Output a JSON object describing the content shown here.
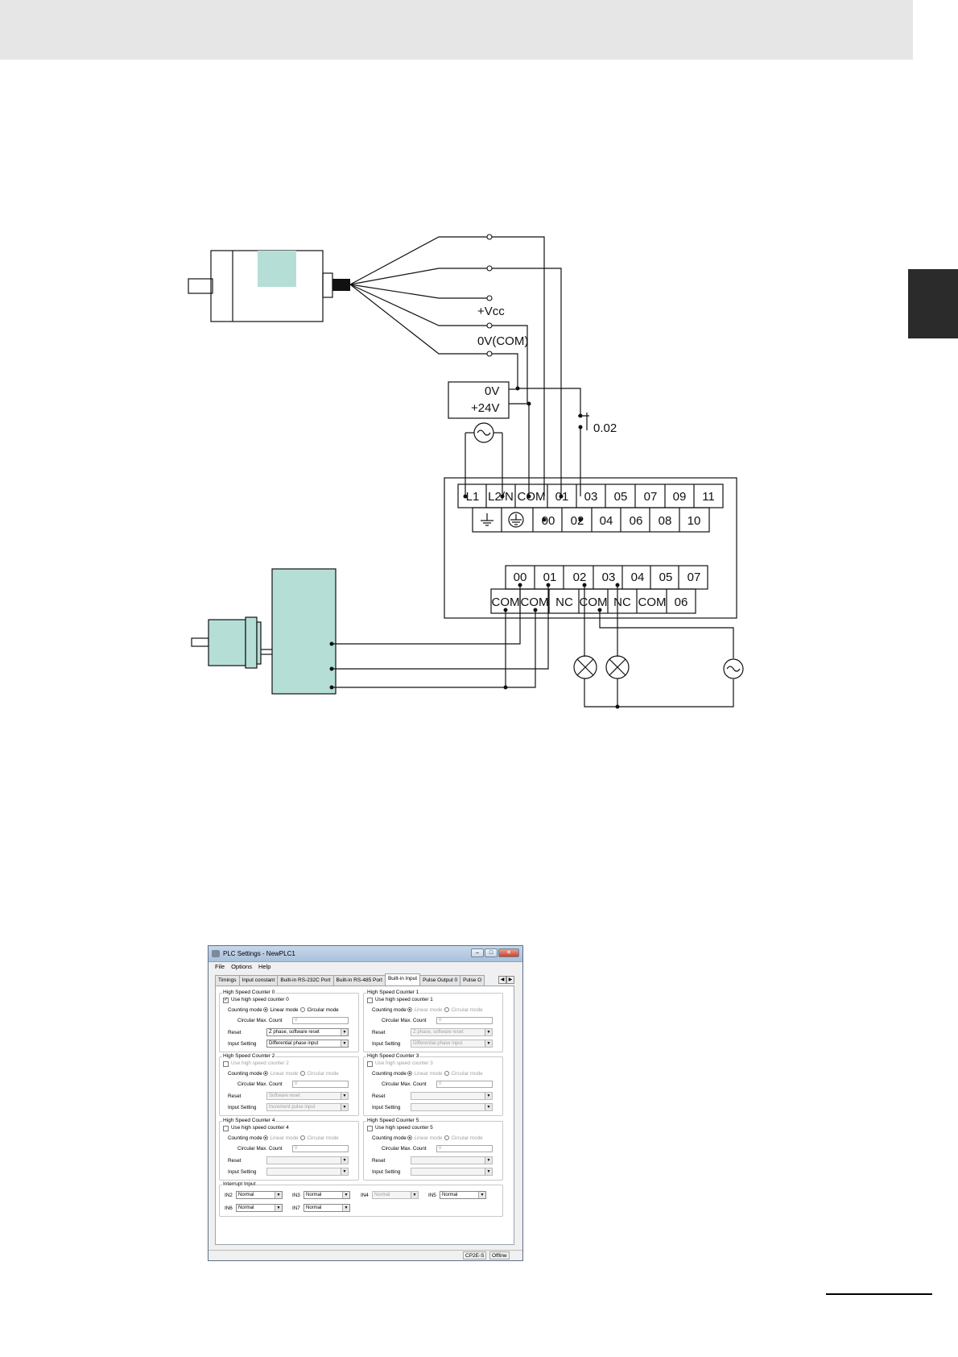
{
  "diagram": {
    "labels": {
      "vcc": "+Vcc",
      "zero_v_com": "0V(COM)",
      "psu_0v": "0V",
      "psu_24v": "+24V",
      "sensor_address": "0.02"
    },
    "input_terminals_top": [
      "L1",
      "L2/N",
      "COM",
      "01",
      "03",
      "05",
      "07",
      "09",
      "11"
    ],
    "input_terminals_bottom": [
      "00",
      "02",
      "04",
      "06",
      "08",
      "10"
    ],
    "output_terminals_top": [
      "00",
      "01",
      "02",
      "03",
      "04",
      "05",
      "07"
    ],
    "output_terminals_bottom": [
      "COM",
      "COM",
      "NC",
      "COM",
      "NC",
      "COM",
      "06"
    ]
  },
  "window": {
    "title": "PLC Settings - NewPLC1",
    "menu": [
      "File",
      "Options",
      "Help"
    ],
    "tabs": [
      "Timings",
      "Input constant",
      "Built-in RS-232C Port",
      "Built-in RS-485 Port",
      "Built-in Input",
      "Pulse Output 0",
      "Pulse O"
    ],
    "active_tab": "Built-in Input",
    "labels": {
      "counting_mode": "Counting mode",
      "linear_mode": "Linear mode",
      "circular_mode": "Circular mode",
      "circular_max_count": "Circular Max. Count",
      "reset": "Reset",
      "input_setting": "Input Setting"
    },
    "counters": [
      {
        "title": "High Speed Counter 0",
        "checkbox": "Use high speed counter 0",
        "checked": true,
        "count": "0",
        "reset": "Z phase, software reset",
        "input": "Differential phase input"
      },
      {
        "title": "High Speed Counter 1",
        "checkbox": "Use high speed counter 1",
        "checked": false,
        "count": "0",
        "reset": "Z phase, software reset",
        "input": "Differential phase input"
      },
      {
        "title": "High Speed Counter 2",
        "checkbox": "Use high speed counter 2",
        "checked": false,
        "count": "0",
        "reset": "Software reset",
        "input": "Increment pulse input"
      },
      {
        "title": "High Speed Counter 3",
        "checkbox": "Use high speed counter 3",
        "checked": false,
        "count": "0",
        "reset": "",
        "input": ""
      },
      {
        "title": "High Speed Counter 4",
        "checkbox": "Use high speed counter 4",
        "checked": false,
        "count": "0",
        "reset": "",
        "input": ""
      },
      {
        "title": "High Speed Counter 5",
        "checkbox": "Use high speed counter 5",
        "checked": false,
        "count": "0",
        "reset": "",
        "input": ""
      }
    ],
    "interrupt": {
      "title": "Interrupt Input",
      "inputs": [
        {
          "label": "IN2",
          "value": "Normal"
        },
        {
          "label": "IN3",
          "value": "Normal"
        },
        {
          "label": "IN4",
          "value": "Normal"
        },
        {
          "label": "IN5",
          "value": "Normal"
        },
        {
          "label": "IN6",
          "value": "Normal"
        },
        {
          "label": "IN7",
          "value": "Normal"
        }
      ]
    },
    "status": {
      "model": "CP2E-S",
      "connection": "Offline"
    }
  }
}
